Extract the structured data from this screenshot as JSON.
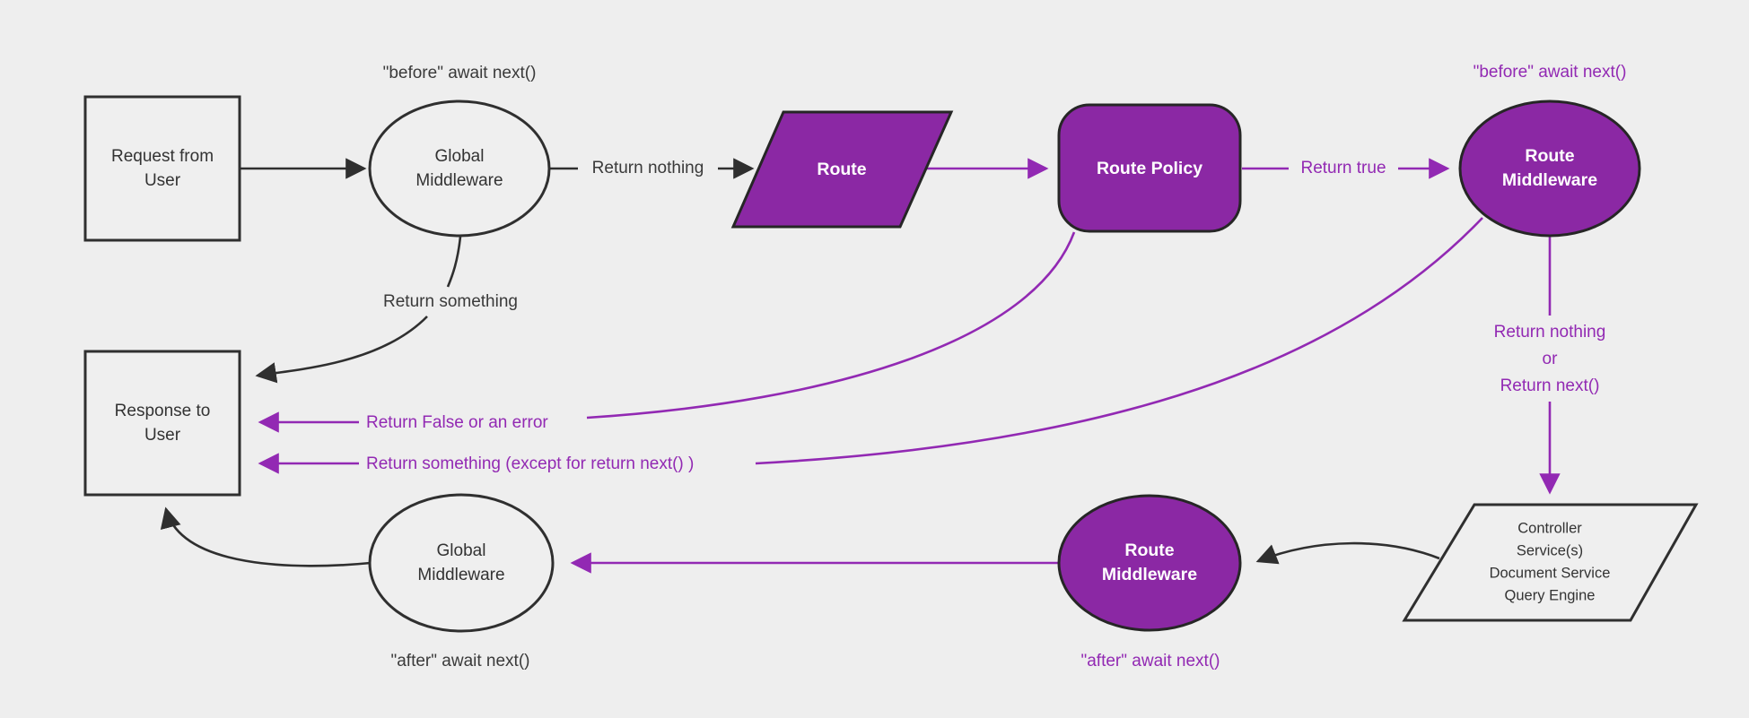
{
  "diagram": {
    "title": "middleware-request-flow",
    "colors": {
      "background": "#eeeeee",
      "node_purple_fill": "#8b28a4",
      "edge_purple": "#9229b3",
      "line_black": "#2f2f2f",
      "text_dark": "#333333",
      "text_white": "#ffffff"
    }
  },
  "nodes": {
    "request": {
      "line1": "Request from",
      "line2": "User"
    },
    "global_mw_top": {
      "line1": "Global",
      "line2": "Middleware"
    },
    "route": {
      "label": "Route"
    },
    "route_policy": {
      "label": "Route Policy"
    },
    "route_mw_top": {
      "line1": "Route",
      "line2": "Middleware"
    },
    "controller": {
      "line1": "Controller",
      "line2": "Service(s)",
      "line3": "Document Service",
      "line4": "Query Engine"
    },
    "route_mw_bottom": {
      "line1": "Route",
      "line2": "Middleware"
    },
    "global_mw_bottom": {
      "line1": "Global",
      "line2": "Middleware"
    },
    "response": {
      "line1": "Response to",
      "line2": "User"
    }
  },
  "labels": {
    "before_await_black": "\"before\" await next()",
    "before_await_purple": "\"before\" await next()",
    "after_await_purple": "\"after\" await next()",
    "after_await_black": "\"after\" await next()",
    "return_nothing_black": "Return nothing",
    "return_true": "Return true",
    "return_nothing_purple_line1": "Return nothing",
    "return_nothing_purple_line2": "or",
    "return_nothing_purple_line3": "Return next()",
    "return_something_black": "Return something",
    "return_false_or_error": "Return False or an error",
    "return_something_except": "Return something (except for return next() )"
  }
}
